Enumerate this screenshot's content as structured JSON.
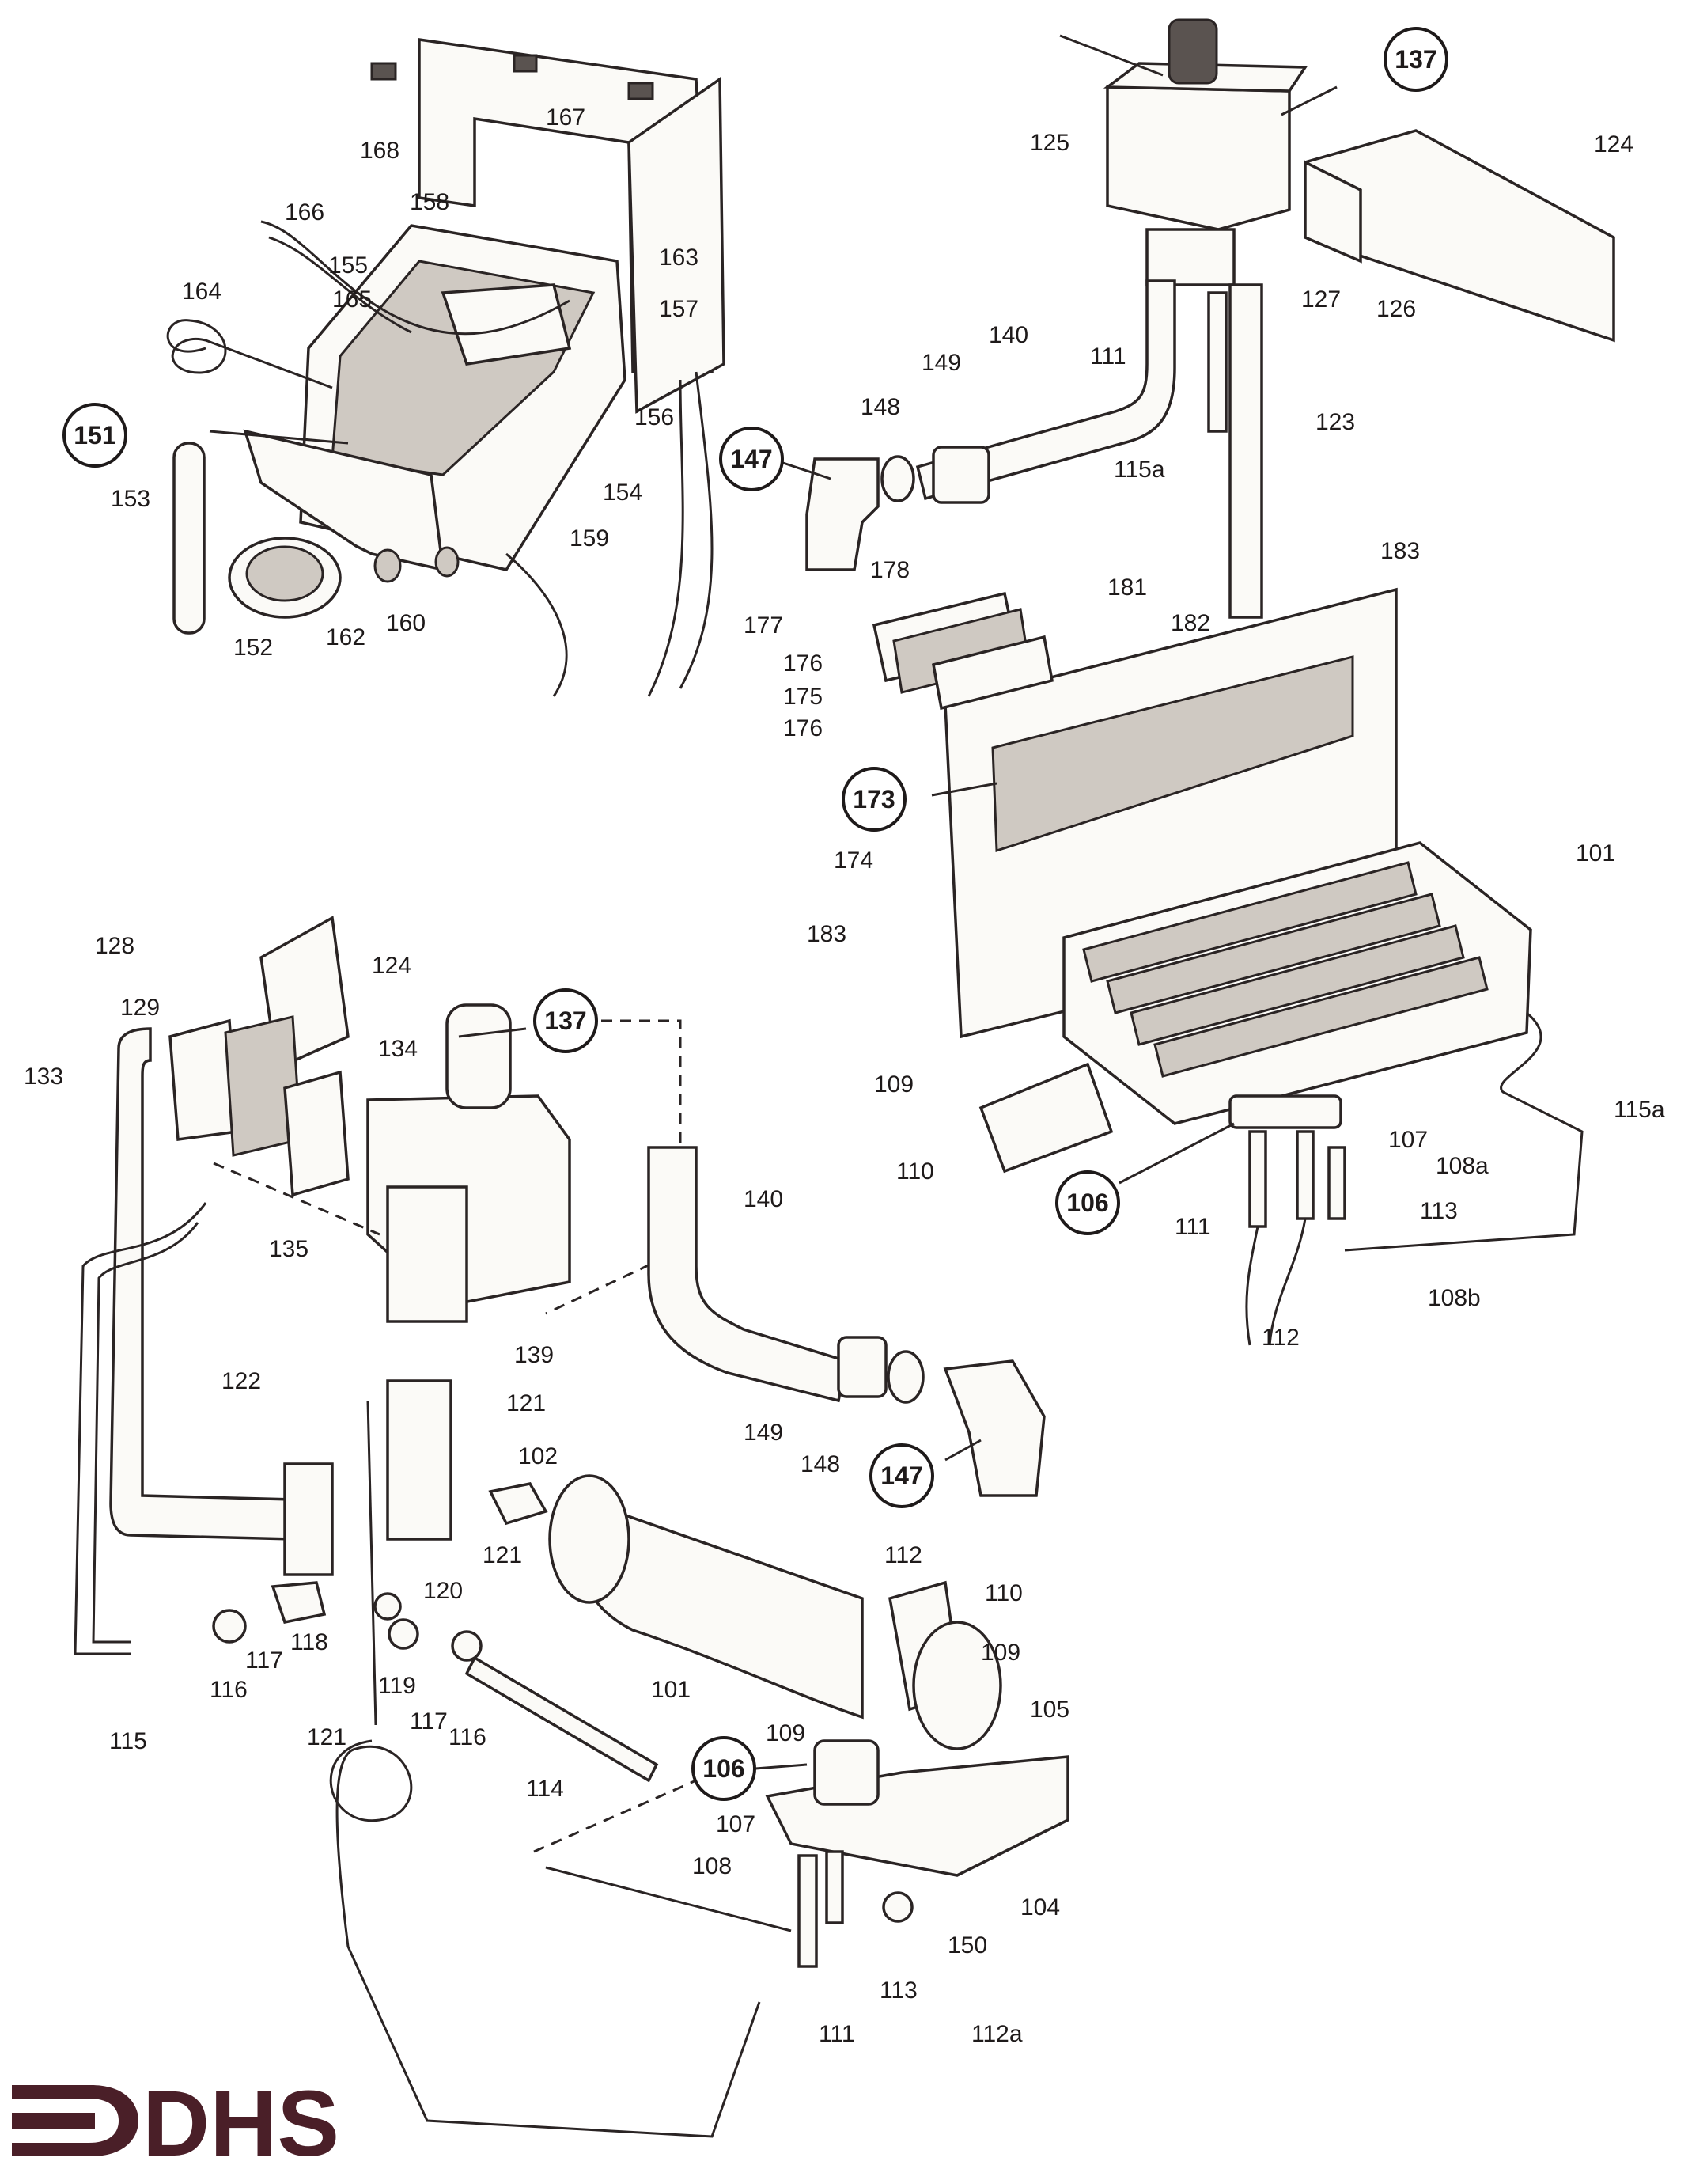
{
  "logo": {
    "text": "DHS",
    "color": "#4a1f28"
  },
  "colors": {
    "ink": "#2a2424",
    "paper": "#ffffff",
    "fill": "#fbfaf7",
    "shade": "#cfc9c2"
  },
  "circled_labels": {
    "c151": "151",
    "c147_top": "147",
    "c137_top": "137",
    "c173": "173",
    "c106_right": "106",
    "c137_bottom": "137",
    "c147_bottom": "147",
    "c106_bottom": "106"
  },
  "labels": {
    "l168": "168",
    "l167": "167",
    "l166": "166",
    "l158": "158",
    "l164": "164",
    "l155": "155",
    "l165": "165",
    "l163": "163",
    "l157": "157",
    "l156": "156",
    "l154": "154",
    "l159": "159",
    "l153": "153",
    "l152": "152",
    "l162": "162",
    "l160": "160",
    "l125": "125",
    "l124_top": "124",
    "l127": "127",
    "l126": "126",
    "l111_top": "111",
    "l140_top": "140",
    "l149_top": "149",
    "l148_top": "148",
    "l115a_top": "115a",
    "l123": "123",
    "l183_top": "183",
    "l178": "178",
    "l181": "181",
    "l182": "182",
    "l177": "177",
    "l176a": "176",
    "l175": "175",
    "l176b": "176",
    "l174": "174",
    "l183_mid": "183",
    "l101_right": "101",
    "l109_right": "109",
    "l110_right": "110",
    "l107_right": "107",
    "l108a": "108a",
    "l115a_right": "115a",
    "l113_right": "113",
    "l111_right": "111",
    "l112_right": "112",
    "l108b": "108b",
    "l128": "128",
    "l129": "129",
    "l124_bottom": "124",
    "l134": "134",
    "l133": "133",
    "l135": "135",
    "l139": "139",
    "l140_bottom": "140",
    "l122": "122",
    "l121a": "121",
    "l102": "102",
    "l121b": "121",
    "l149_bottom": "149",
    "l148_bottom": "148",
    "l112_bottom": "112",
    "l110_bottom": "110",
    "l109_bottom": "109",
    "l120": "120",
    "l116a": "116",
    "l117a": "117",
    "l118": "118",
    "l119": "119",
    "l117b": "117",
    "l116b": "116",
    "l121c": "121",
    "l101_bottom": "101",
    "l105": "105",
    "l115": "115",
    "l114": "114",
    "l109_lower": "109",
    "l107_bottom": "107",
    "l108": "108",
    "l104": "104",
    "l150": "150",
    "l113_bottom": "113",
    "l112a": "112a",
    "l111_bottom": "111"
  }
}
